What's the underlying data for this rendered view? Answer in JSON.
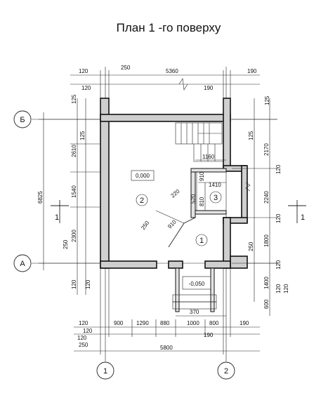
{
  "title": "План 1 -го поверху",
  "axes": {
    "b": "Б",
    "a": "А",
    "n1": "1",
    "n2": "2"
  },
  "section_mark": "1",
  "rooms": {
    "r1": "1",
    "r2": "2",
    "r3": "3"
  },
  "levels": {
    "floor": "0,000",
    "entry": "-0,050"
  },
  "top_dims": {
    "d250": "250",
    "d5360": "5360",
    "d190a": "190",
    "d120a": "120",
    "d120b": "120",
    "d190b": "190"
  },
  "bottom_dims": {
    "d120a": "120",
    "d900": "900",
    "d1290": "1290",
    "d880": "880",
    "d1000": "1000",
    "d800": "800",
    "d190a": "190",
    "d120b": "120",
    "d120c": "120",
    "d190b": "190",
    "d250": "250",
    "d5800": "5800"
  },
  "left_dims": {
    "d125a": "125",
    "d125b": "125",
    "d2610": "2610",
    "d6825": "6825",
    "d1540": "1540",
    "d2300": "2300",
    "d250": "250",
    "d120a": "120",
    "d120b": "120"
  },
  "right_dims": {
    "d125a": "125",
    "d125b": "125",
    "d2170": "2170",
    "d120a": "120",
    "d2240": "2240",
    "d120b": "120",
    "d1800": "1800",
    "d250": "250",
    "d120c": "120",
    "d1400": "1400",
    "d120d": "120",
    "d600": "600",
    "d120e": "120"
  },
  "inner_dims": {
    "d1160": "1160",
    "d910a": "910",
    "d1410": "1410",
    "d520": "520",
    "d810": "810",
    "d220": "220",
    "d910b": "910",
    "d250": "250",
    "d370": "370"
  }
}
